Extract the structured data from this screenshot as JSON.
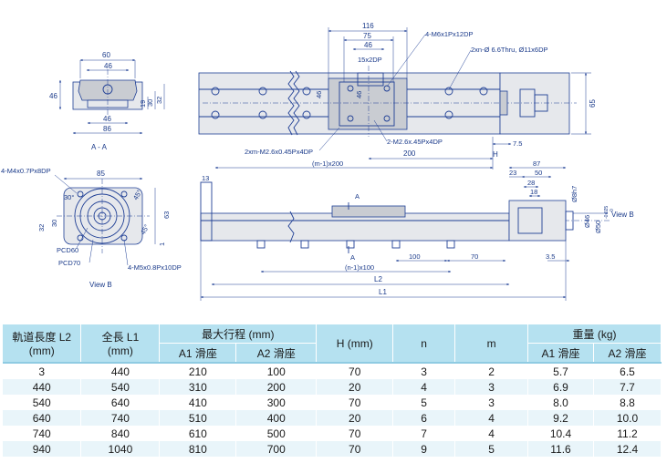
{
  "labels": {
    "aa": "A - A",
    "view_b_title": "View B",
    "view_b_arrow": "View B",
    "m4x07": "4-M4x0.7Px8DP",
    "pcd60": "PCD60",
    "pcd70": "PCD70",
    "m5x08": "4-M5x0.8Px10DP",
    "m6x1": "4-M6x1Px12DP",
    "thru": "2xn-Ø 6.6Thru, Ø11x6DP",
    "m26_bot": "2xm-M2.6x0.45Px4DP",
    "m26_mid": "2-M2.6x.45Px4DP",
    "dp15": "15x2DP",
    "pitch200": "(m-1)x200",
    "pitch100": "(n-1)x100",
    "H": "H",
    "L1": "L1",
    "L2": "L2",
    "A": "A",
    "deg30": "30°",
    "deg45": "45°",
    "d8h7": "Ø8h7",
    "d46": "Ø46",
    "d50": "Ø50",
    "tol50": "-0.025",
    "tol50b": "0"
  },
  "dims": {
    "d60": "60",
    "d46": "46",
    "d86": "86",
    "d19": "19",
    "d30": "30",
    "d32": "32",
    "d85": "85",
    "d63": "63",
    "d32b": "32",
    "d30b": "30",
    "d1": "1",
    "d116": "116",
    "d75": "75",
    "d46t": "46",
    "d46v": "46",
    "d46v2": "46",
    "d200": "200",
    "d75b": "7.5",
    "d65": "65",
    "d13": "13",
    "d87": "87",
    "d23": "23",
    "d50": "50",
    "d28": "28",
    "d18": "18",
    "d100": "100",
    "d70": "70",
    "d35": "3.5"
  },
  "table": {
    "headers": {
      "rail_length": "軌道長度 L2",
      "rail_unit": "(mm)",
      "total_length": "全長 L1",
      "total_unit": "(mm)",
      "max_stroke": "最大行程 (mm)",
      "a1_slider": "A1 滑座",
      "a2_slider": "A2 滑座",
      "h": "H (mm)",
      "n": "n",
      "m": "m",
      "weight": "重量 (kg)",
      "w_a1": "A1 滑座",
      "w_a2": "A2 滑座"
    },
    "rows": [
      [
        "3",
        "440",
        "210",
        "100",
        "70",
        "3",
        "2",
        "5.7",
        "6.5"
      ],
      [
        "440",
        "540",
        "310",
        "200",
        "20",
        "4",
        "3",
        "6.9",
        "7.7"
      ],
      [
        "540",
        "640",
        "410",
        "300",
        "70",
        "5",
        "3",
        "8.0",
        "8.8"
      ],
      [
        "640",
        "740",
        "510",
        "400",
        "20",
        "6",
        "4",
        "9.2",
        "10.0"
      ],
      [
        "740",
        "840",
        "610",
        "500",
        "70",
        "7",
        "4",
        "10.4",
        "11.2"
      ],
      [
        "940",
        "1040",
        "810",
        "700",
        "70",
        "9",
        "5",
        "11.6",
        "12.4"
      ]
    ]
  }
}
